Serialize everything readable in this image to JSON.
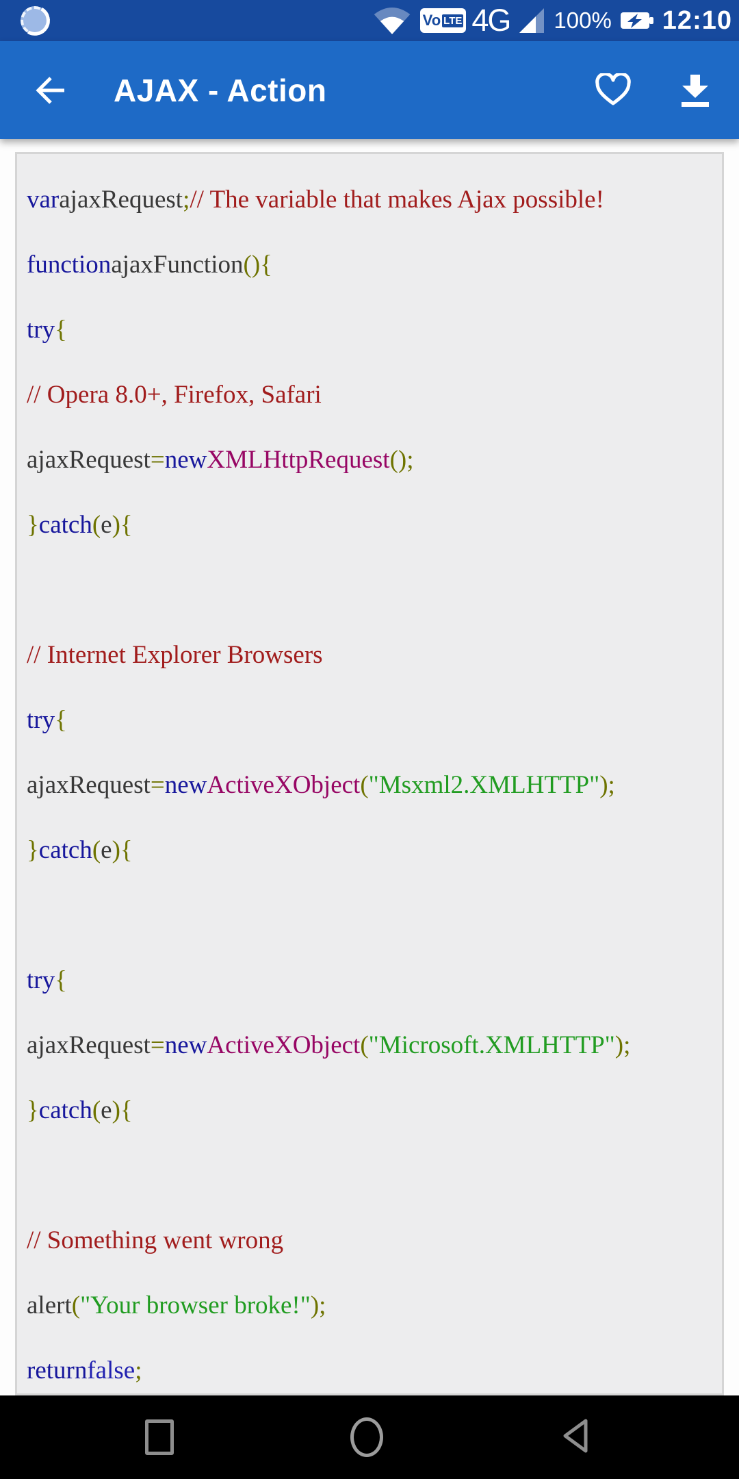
{
  "status_bar": {
    "time": "12:10",
    "battery_percent": "100%",
    "network_type": "4G",
    "volte_vo": "Vo",
    "volte_lte": "LTE",
    "icons": [
      "loading-spinner-icon",
      "wifi-icon",
      "volte-badge",
      "signal-strength-icon",
      "battery-charging-icon"
    ],
    "bg_color": "#174a9e"
  },
  "app_bar": {
    "title": "AJAX - Action",
    "icons": [
      "back-arrow-icon",
      "favorite-heart-icon",
      "download-icon"
    ],
    "bg_color": "#1e6ac6"
  },
  "code": {
    "colors": {
      "statusbar": "#174a9e",
      "appbar": "#1e6ac6",
      "keyword": "#17179c",
      "identifier": "#383838",
      "punct": "#6e7300",
      "type": "#970664",
      "comment": "#a11c1c",
      "string": "#219c21",
      "literal": "#2121b0"
    },
    "lines": [
      {
        "segments": [
          {
            "t": "var",
            "c": "keyword"
          },
          {
            "t": "ajaxRequest",
            "c": "identifier"
          },
          {
            "t": ";",
            "c": "punct"
          },
          {
            "t": "// The variable that makes Ajax possible!",
            "c": "comment"
          }
        ]
      },
      {
        "segments": [
          {
            "t": "function",
            "c": "keyword"
          },
          {
            "t": "ajaxFunction",
            "c": "identifier"
          },
          {
            "t": "(){",
            "c": "punct"
          }
        ]
      },
      {
        "segments": [
          {
            "t": "try",
            "c": "keyword"
          },
          {
            "t": "{",
            "c": "punct"
          }
        ]
      },
      {
        "segments": [
          {
            "t": "// Opera 8.0+, Firefox, Safari",
            "c": "comment"
          }
        ]
      },
      {
        "segments": [
          {
            "t": "ajaxRequest",
            "c": "identifier"
          },
          {
            "t": "=",
            "c": "punct"
          },
          {
            "t": "new",
            "c": "keyword"
          },
          {
            "t": "XMLHttpRequest",
            "c": "type"
          },
          {
            "t": "();",
            "c": "punct"
          }
        ]
      },
      {
        "segments": [
          {
            "t": "}",
            "c": "punct"
          },
          {
            "t": "catch",
            "c": "keyword"
          },
          {
            "t": "(",
            "c": "punct"
          },
          {
            "t": "e",
            "c": "identifier"
          },
          {
            "t": "){",
            "c": "punct"
          }
        ]
      },
      {
        "segments": []
      },
      {
        "segments": [
          {
            "t": "// Internet Explorer Browsers",
            "c": "comment"
          }
        ]
      },
      {
        "segments": [
          {
            "t": "try",
            "c": "keyword"
          },
          {
            "t": "{",
            "c": "punct"
          }
        ]
      },
      {
        "segments": [
          {
            "t": "ajaxRequest",
            "c": "identifier"
          },
          {
            "t": "=",
            "c": "punct"
          },
          {
            "t": "new",
            "c": "keyword"
          },
          {
            "t": "ActiveXObject",
            "c": "type"
          },
          {
            "t": "(",
            "c": "punct"
          },
          {
            "t": "\"Msxml2.XMLHTTP\"",
            "c": "string"
          },
          {
            "t": ");",
            "c": "punct"
          }
        ]
      },
      {
        "segments": [
          {
            "t": "}",
            "c": "punct"
          },
          {
            "t": "catch",
            "c": "keyword"
          },
          {
            "t": "(",
            "c": "punct"
          },
          {
            "t": "e",
            "c": "identifier"
          },
          {
            "t": "){",
            "c": "punct"
          }
        ]
      },
      {
        "segments": []
      },
      {
        "segments": [
          {
            "t": "try",
            "c": "keyword"
          },
          {
            "t": "{",
            "c": "punct"
          }
        ]
      },
      {
        "segments": [
          {
            "t": "ajaxRequest",
            "c": "identifier"
          },
          {
            "t": "=",
            "c": "punct"
          },
          {
            "t": "new",
            "c": "keyword"
          },
          {
            "t": "ActiveXObject",
            "c": "type"
          },
          {
            "t": "(",
            "c": "punct"
          },
          {
            "t": "\"Microsoft.XMLHTTP\"",
            "c": "string"
          },
          {
            "t": ");",
            "c": "punct"
          }
        ]
      },
      {
        "segments": [
          {
            "t": "}",
            "c": "punct"
          },
          {
            "t": "catch",
            "c": "keyword"
          },
          {
            "t": "(",
            "c": "punct"
          },
          {
            "t": "e",
            "c": "identifier"
          },
          {
            "t": "){",
            "c": "punct"
          }
        ]
      },
      {
        "segments": []
      },
      {
        "segments": [
          {
            "t": "// Something went wrong",
            "c": "comment"
          }
        ]
      },
      {
        "segments": [
          {
            "t": "alert",
            "c": "identifier"
          },
          {
            "t": "(",
            "c": "punct"
          },
          {
            "t": "\"Your browser broke!\"",
            "c": "string"
          },
          {
            "t": ");",
            "c": "punct"
          }
        ]
      },
      {
        "segments": [
          {
            "t": "return",
            "c": "keyword"
          },
          {
            "t": "false",
            "c": "literal"
          },
          {
            "t": ";",
            "c": "punct"
          }
        ]
      }
    ]
  },
  "nav_bar": {
    "icons": [
      "recent-apps-square-icon",
      "home-circle-icon",
      "back-triangle-icon"
    ]
  }
}
